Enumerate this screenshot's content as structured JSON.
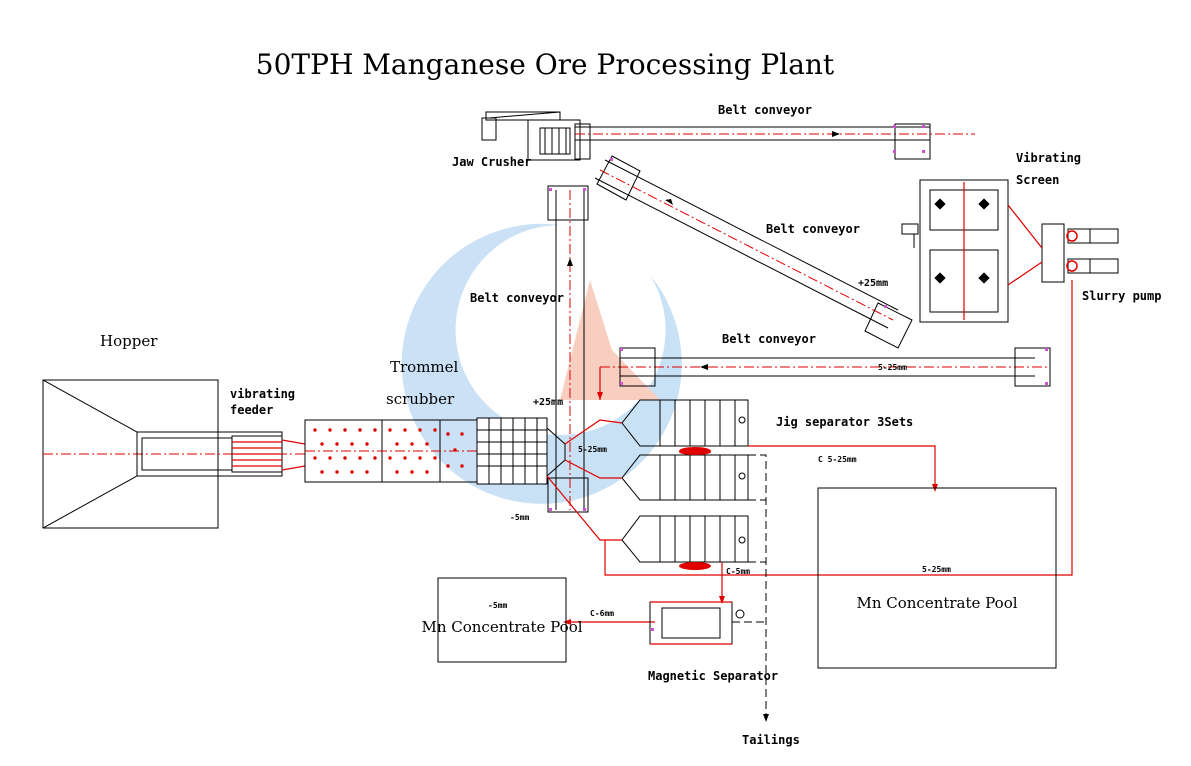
{
  "title": "50TPH Manganese Ore Processing Plant",
  "labels": {
    "hopper": "Hopper",
    "vibrating_feeder_line1": "vibrating",
    "vibrating_feeder_line2": "feeder",
    "trommel_line1": "Trommel",
    "trommel_line2": "scrubber",
    "jaw_crusher": "Jaw Crusher",
    "belt_conveyor_top": "Belt conveyor",
    "belt_conveyor_diag": "Belt conveyor",
    "belt_conveyor_vert": "Belt conveyor",
    "belt_conveyor_mid": "Belt conveyor",
    "vibrating_screen_line1": "Vibrating",
    "vibrating_screen_line2": "Screen",
    "slurry_pump": "Slurry pump",
    "jig_separator": "Jig separator 3Sets",
    "mn_pool_right": "Mn Concentrate Pool",
    "mn_pool_left": "Mn Concentrate Pool",
    "magnetic_separator": "Magnetic Separator",
    "tailings": "Tailings"
  },
  "size_labels": {
    "plus25_screen": "+25mm",
    "plus25_trommel": "+25mm",
    "s525_conveyor": "5-25mm",
    "s525_trommel": "5-25mm",
    "minus5_trommel": "-5mm",
    "c525": "C 5-25mm",
    "c5_jig": "C-5mm",
    "c6_mag": "C-6mm",
    "s525_pool": "5-25mm",
    "minus5_pool": "-5mm"
  }
}
